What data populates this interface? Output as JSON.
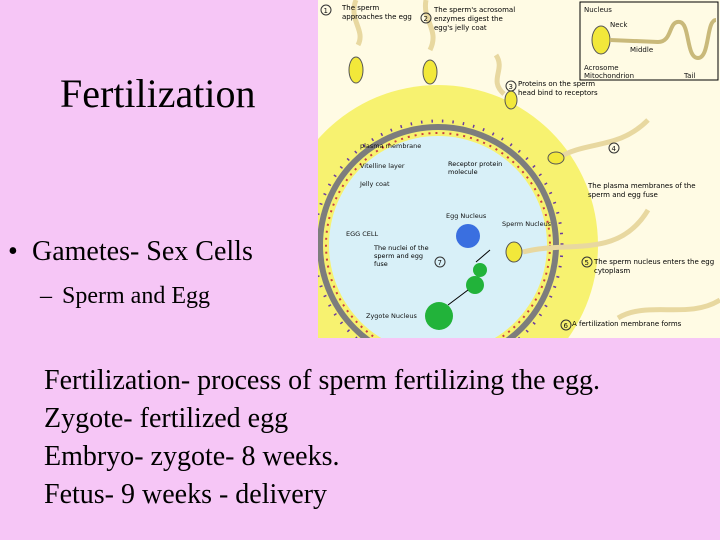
{
  "slide": {
    "title": "Fertilization",
    "bullet": {
      "symbol": "•",
      "text": "Gametes- Sex Cells",
      "sub": {
        "symbol": "–",
        "text": "Sperm and Egg"
      }
    },
    "definitions": [
      "Fertilization- process of sperm fertilizing the egg.",
      "Zygote- fertilized egg",
      "Embryo- zygote- 8 weeks.",
      "Fetus- 9 weeks - delivery"
    ]
  },
  "diagram": {
    "steps": [
      "1",
      "2",
      "3",
      "4",
      "5",
      "6",
      "7"
    ],
    "labels": {
      "step1": "The sperm approaches the egg",
      "step2": "The sperm's acrosomal enzymes digest the egg's jelly coat",
      "step3": "Proteins on the sperm head bind to receptors",
      "step4": "The plasma membranes of the sperm and egg fuse",
      "step5": "The sperm nucleus enters the egg cytoplasm",
      "step6": "A fertilization membrane forms",
      "step7": "The nuclei of the sperm and egg fuse",
      "nucleus": "Nucleus",
      "neck": "Neck",
      "middle": "Middle",
      "acrosome": "Acrosome",
      "mitochondrion": "Mitochondrion",
      "tail": "Tail",
      "plasma_membrane": "plasma membrane",
      "vitelline_layer": "Vitelline layer",
      "jelly_coat": "Jelly coat",
      "receptor": "Receptor protein molecule",
      "egg_nucleus": "Egg Nucleus",
      "sperm_nucleus_inside": "Sperm Nucleus",
      "egg_cell": "EGG CELL",
      "zygote_nucleus": "Zygote Nucleus"
    },
    "colors": {
      "jelly": "#f7f270",
      "vitelline": "#7d7d7d",
      "cytoplasm": "#d8f0f8",
      "egg_nucleus": "#3a6fe0",
      "zygote": "#22b33a",
      "sperm_head": "#f2e83a"
    }
  }
}
